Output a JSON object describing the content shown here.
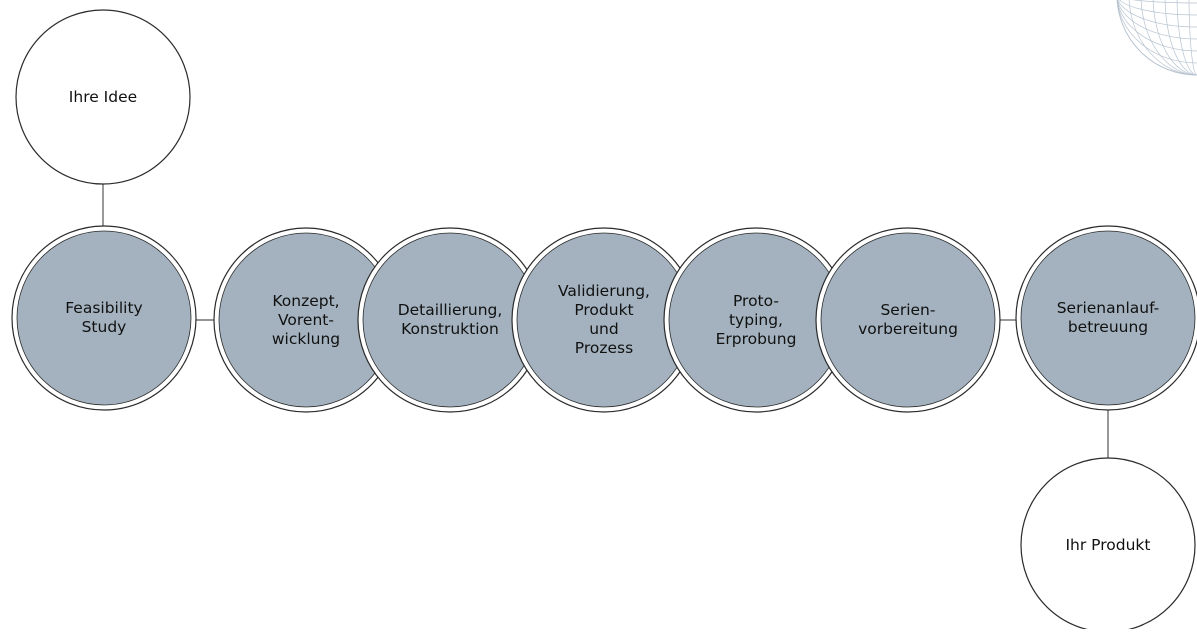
{
  "colors": {
    "filled": "#a3b2be",
    "outline": "#2b2b2b",
    "inner_ring": "#ffffff",
    "connector": "#555555",
    "corner_globe": "#b7c3d0"
  },
  "diagram": {
    "start": {
      "lines": [
        "Ihre Idee"
      ]
    },
    "feasibility": {
      "lines": [
        "Feasibility",
        "Study"
      ]
    },
    "chain": [
      {
        "lines": [
          "Konzept,",
          "Vorent-",
          "wicklung"
        ]
      },
      {
        "lines": [
          "Detaillierung,",
          "Konstruktion"
        ]
      },
      {
        "lines": [
          "Validierung,",
          "Produkt",
          "und",
          "Prozess"
        ]
      },
      {
        "lines": [
          "Proto-",
          "typing,",
          "Erprobung"
        ]
      },
      {
        "lines": [
          "Serien-",
          "vorbereitung"
        ]
      }
    ],
    "launch": {
      "lines": [
        "Serienanlauf-",
        "betreuung"
      ]
    },
    "end": {
      "lines": [
        "Ihr Produkt"
      ]
    },
    "corner_decoration_icon": "globe-icon"
  }
}
